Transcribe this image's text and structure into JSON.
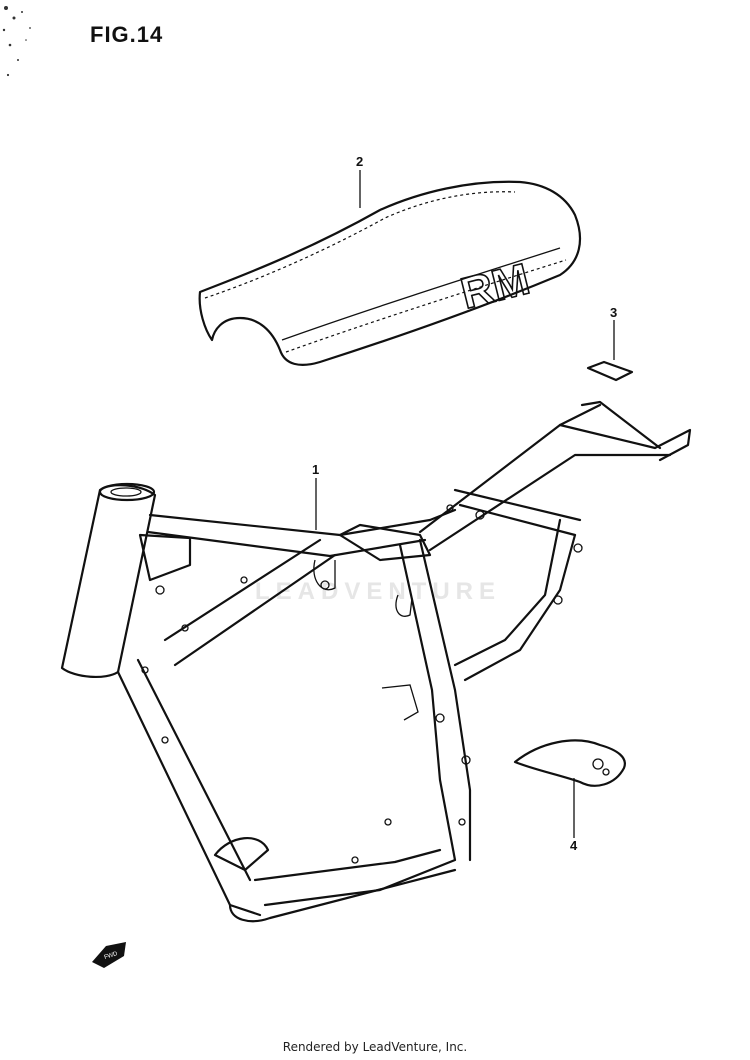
{
  "figure": {
    "title": "FIG.14"
  },
  "callouts": [
    {
      "id": "1",
      "label": "1"
    },
    {
      "id": "2",
      "label": "2"
    },
    {
      "id": "3",
      "label": "3"
    },
    {
      "id": "4",
      "label": "4"
    }
  ],
  "seat": {
    "logo_text": "RM"
  },
  "fwd_arrow": {
    "text": "FWD"
  },
  "watermark": {
    "text": "LEADVENTURE"
  },
  "footer": {
    "text": "Rendered by LeadVenture, Inc."
  }
}
